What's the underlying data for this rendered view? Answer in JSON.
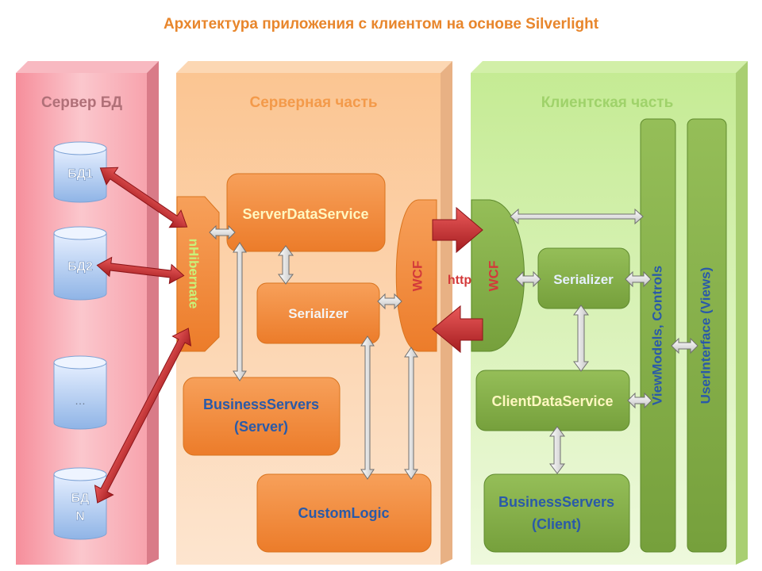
{
  "title": "Архитектура приложения с клиентом на основе Silverlight",
  "panels": {
    "db_server": "Сервер БД",
    "server_side": "Серверная часть",
    "client_side": "Клиентская часть"
  },
  "databases": {
    "db1": "БД1",
    "db2": "БД2",
    "db_more": "…",
    "dbn_line1": "БД",
    "dbn_line2": "N"
  },
  "server": {
    "nhibernate": "nHibernate",
    "server_data_service": "ServerDataService",
    "serializer": "Serializer",
    "business_servers_line1": "BusinessServers",
    "business_servers_line2": "(Server)",
    "custom_logic": "CustomLogic",
    "wcf": "WCF"
  },
  "transport": {
    "http": "http"
  },
  "client": {
    "wcf": "WCF",
    "serializer": "Serializer",
    "client_data_service": "ClientDataService",
    "business_servers_line1": "BusinessServers",
    "business_servers_line2": "(Client)",
    "viewmodels": "ViewModels, Controls",
    "user_interface": "UserInterface (Views)"
  },
  "colors": {
    "title": "#e8862c",
    "db_panel": "#f7a3ad",
    "server_panel": "#fbd2ad",
    "client_panel": "#d8f0b0",
    "server_box": "#f28c3e",
    "client_box": "#87b04a",
    "arrow_red": "#c8282c",
    "label_blue": "#2a5aa8"
  }
}
